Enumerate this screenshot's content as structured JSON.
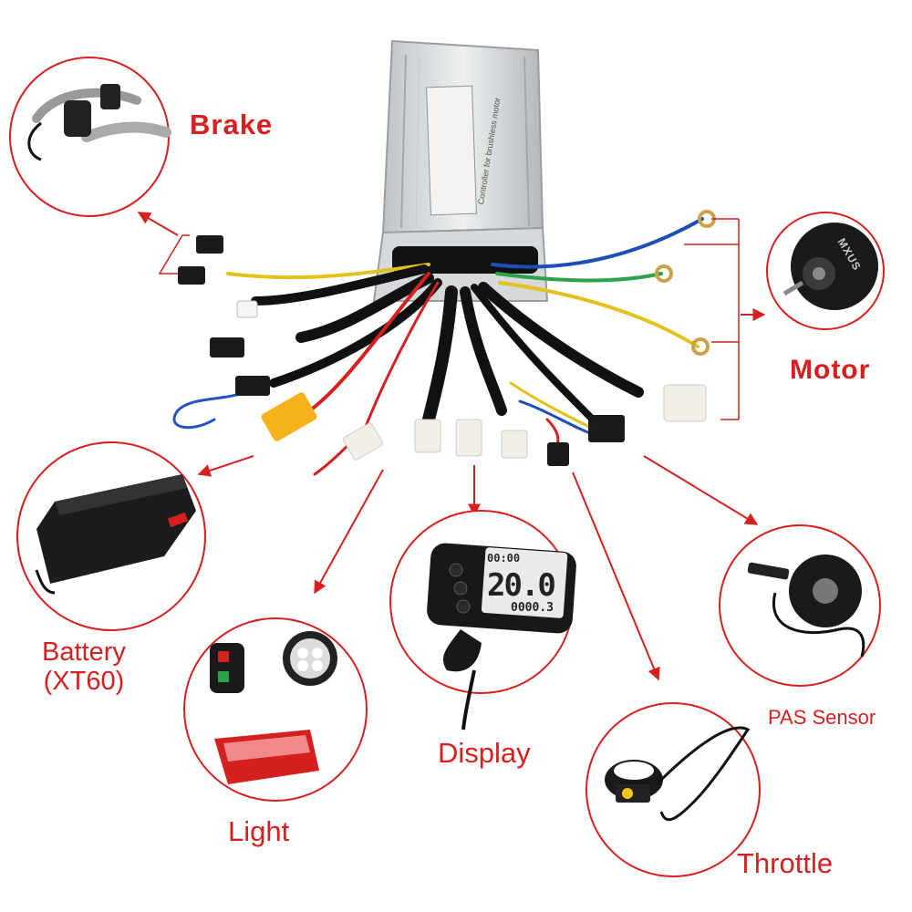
{
  "labels": {
    "brake": "Brake",
    "motor": "Motor",
    "battery_line1": "Battery",
    "battery_line2": "(XT60)",
    "display": "Display",
    "light": "Light",
    "pas_sensor": "PAS Sensor",
    "throttle": "Throttle"
  },
  "controller": {
    "title_text": "Controller for brushless motor"
  },
  "motor": {
    "brand": "MXUS"
  },
  "display_screen": {
    "top_readout": "00:00",
    "speed_readout": "20.0",
    "odo_readout": "0000.3"
  },
  "colors": {
    "accent_red": "#d81f1f",
    "circle_stroke": "#d81f1f",
    "arrow": "#d81f1f"
  }
}
